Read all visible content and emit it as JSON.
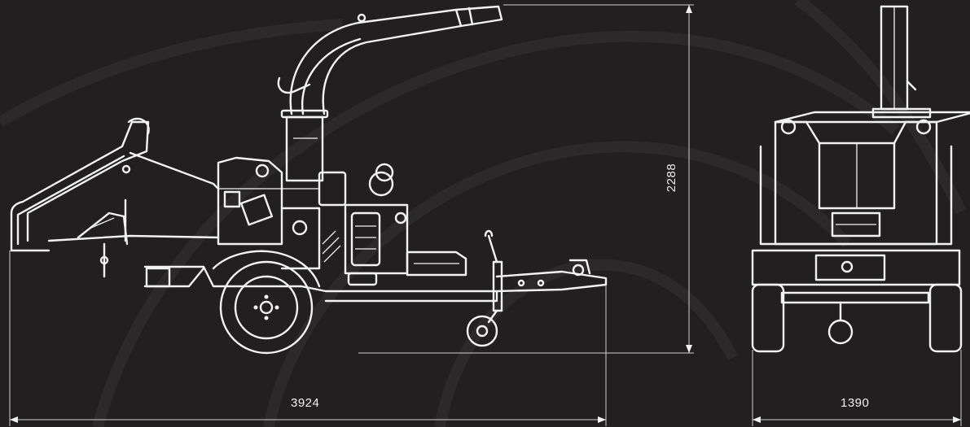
{
  "dimensions": {
    "length": "3924",
    "height": "2288",
    "width": "1390"
  },
  "colors": {
    "background": "#211f1f",
    "line": "#f2f2f2"
  }
}
